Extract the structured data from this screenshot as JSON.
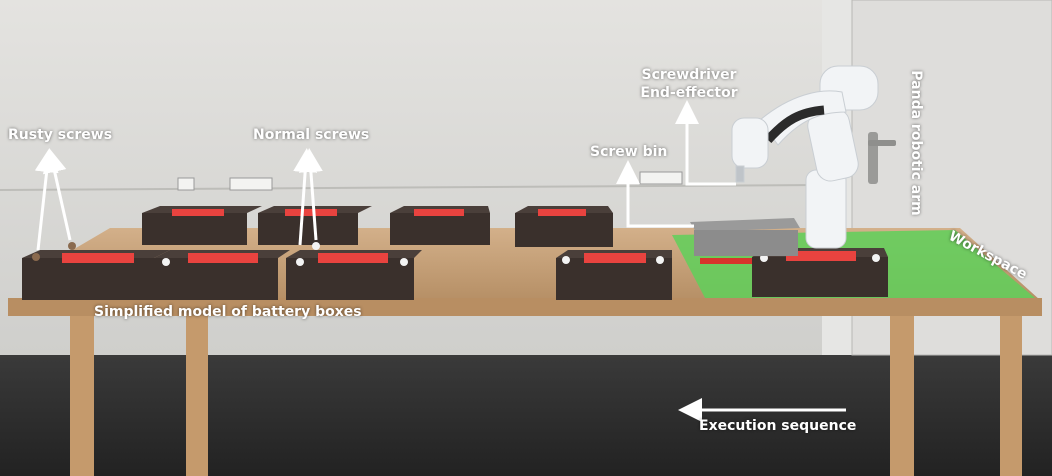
{
  "labels": {
    "rusty_screws": "Rusty screws",
    "normal_screws": "Normal screws",
    "screw_bin": "Screw bin",
    "screwdriver_line1": "Screwdriver",
    "screwdriver_line2": "End-effector",
    "panda_arm": "Panda robotic arm",
    "workspace": "Workspace",
    "battery_model": "Simplified model of battery boxes",
    "execution_sequence": "Execution sequence"
  },
  "colors": {
    "wall": "#d8d8d6",
    "floor": "#2e2e2e",
    "table": "#c9a37a",
    "battery_box": "#3a302c",
    "battery_label": "#e8433f",
    "workspace_green": "#5fd05a",
    "annotation": "#ffffff"
  }
}
